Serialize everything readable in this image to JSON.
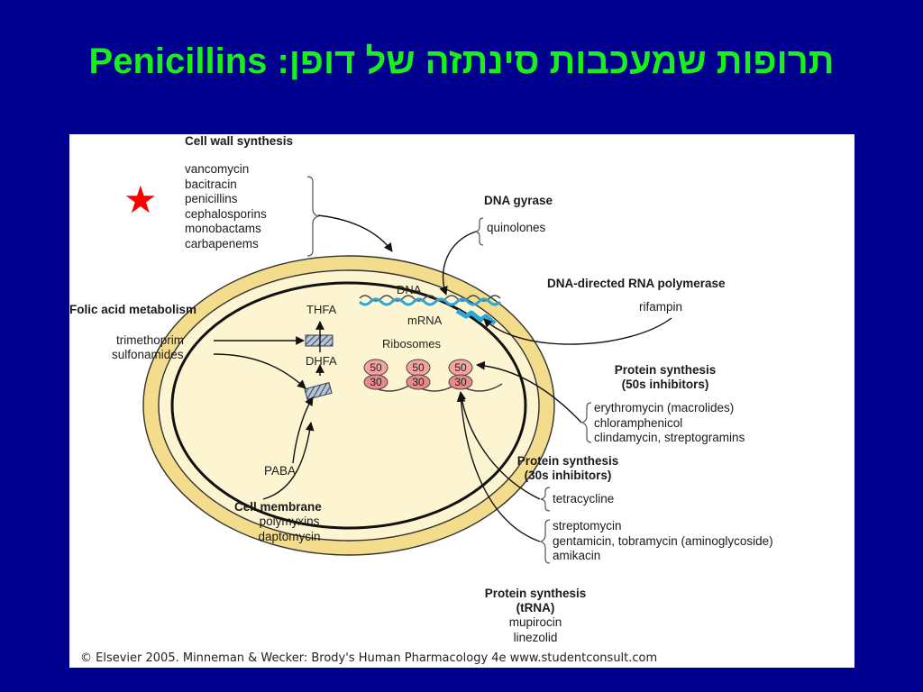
{
  "title": "Penicillins :תרופות שמעכבות סינתזה של דופן",
  "cell_wall": {
    "heading": "Cell wall synthesis",
    "drugs": [
      "vancomycin",
      "bacitracin",
      "penicillins",
      "cephalosporins",
      "monobactams",
      "carbapenems"
    ]
  },
  "dna_gyrase": {
    "heading": "DNA gyrase",
    "drug": "quinolones"
  },
  "rna_polymerase": {
    "heading": "DNA-directed RNA polymerase",
    "drug": "rifampin"
  },
  "folic_acid": {
    "heading": "Folic acid metabolism",
    "drugs": [
      "trimethoprim",
      "sulfonamides"
    ],
    "thfa": "THFA",
    "dhfa": "DHFA",
    "paba": "PABA"
  },
  "cell_inner": {
    "dna": "DNA",
    "mrna": "mRNA",
    "ribosomes": "Ribosomes"
  },
  "ribosome_units": {
    "large": "50",
    "small": "30"
  },
  "protein_50s": {
    "heading_line1": "Protein synthesis",
    "heading_line2": "(50s inhibitors)",
    "drugs": [
      "erythromycin (macrolides)",
      "chloramphenicol",
      "clindamycin, streptogramins"
    ]
  },
  "protein_30s": {
    "heading_line1": "Protein synthesis",
    "heading_line2": "(30s inhibitors)",
    "group1": [
      "tetracycline"
    ],
    "group2": [
      "streptomycin",
      "gentamicin, tobramycin (aminoglycoside)",
      "amikacin"
    ]
  },
  "cell_membrane": {
    "heading": "Cell membrane",
    "drugs": [
      "polymyxins",
      "daptomycin"
    ]
  },
  "protein_trna": {
    "heading_line1": "Protein synthesis",
    "heading_line2": "(tRNA)",
    "drugs": [
      "mupirocin",
      "linezolid"
    ]
  },
  "copyright": "© Elsevier 2005. Minneman & Wecker: Brody's Human Pharmacology 4e www.studentconsult.com",
  "colors": {
    "background": "#00008f",
    "title": "#19f019",
    "cell_wall": "#f3dc8c",
    "cytoplasm": "#fdf4d2",
    "star": "#ff0000",
    "ribosome": "#f4a3a3",
    "mrna": "#2aa7d8"
  }
}
